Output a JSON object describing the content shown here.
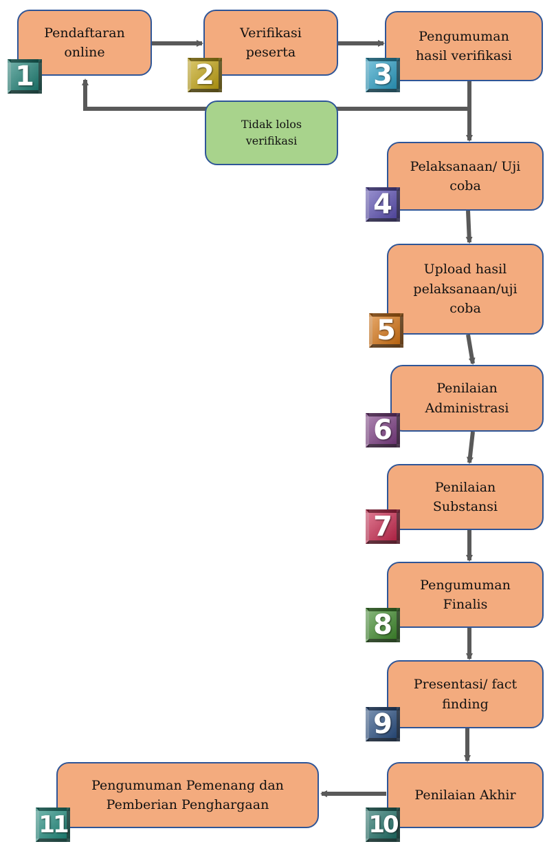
{
  "steps": [
    {
      "num": "1",
      "label": "Pendaftaran\nonline",
      "color": "#1d7f74"
    },
    {
      "num": "2",
      "label": "Verifikasi\npeserta",
      "color": "#c1a312"
    },
    {
      "num": "3",
      "label": "Pengumuman\nhasil verifikasi",
      "color": "#2b9ec4"
    },
    {
      "num": "4",
      "label": "Pelaksanaan/ Uji\ncoba",
      "color": "#5b4fb1"
    },
    {
      "num": "5",
      "label": "Upload hasil\npelaksanaan/uji\ncoba",
      "color": "#d57312"
    },
    {
      "num": "6",
      "label": "Penilaian\nAdministrasi",
      "color": "#7b3c82"
    },
    {
      "num": "7",
      "label": "Penilaian\nSubstansi",
      "color": "#c8284e"
    },
    {
      "num": "8",
      "label": "Pengumuman\nFinalis",
      "color": "#3f8a2c"
    },
    {
      "num": "9",
      "label": "Presentasi/ fact\nfinding",
      "color": "#2a4f82"
    },
    {
      "num": "10",
      "label": "Penilaian Akhir",
      "color": "#1f6f66"
    },
    {
      "num": "11",
      "label": "Pengumuman Pemenang dan\nPemberian Penghargaan",
      "color": "#1f8a7c"
    }
  ],
  "reject": {
    "label": "Tidak lolos\nverifikasi"
  },
  "colors": {
    "box_fill": "#f3ab7e",
    "box_border": "#2e5597",
    "reject_fill": "#a8d38c",
    "arrow": "#595959"
  }
}
